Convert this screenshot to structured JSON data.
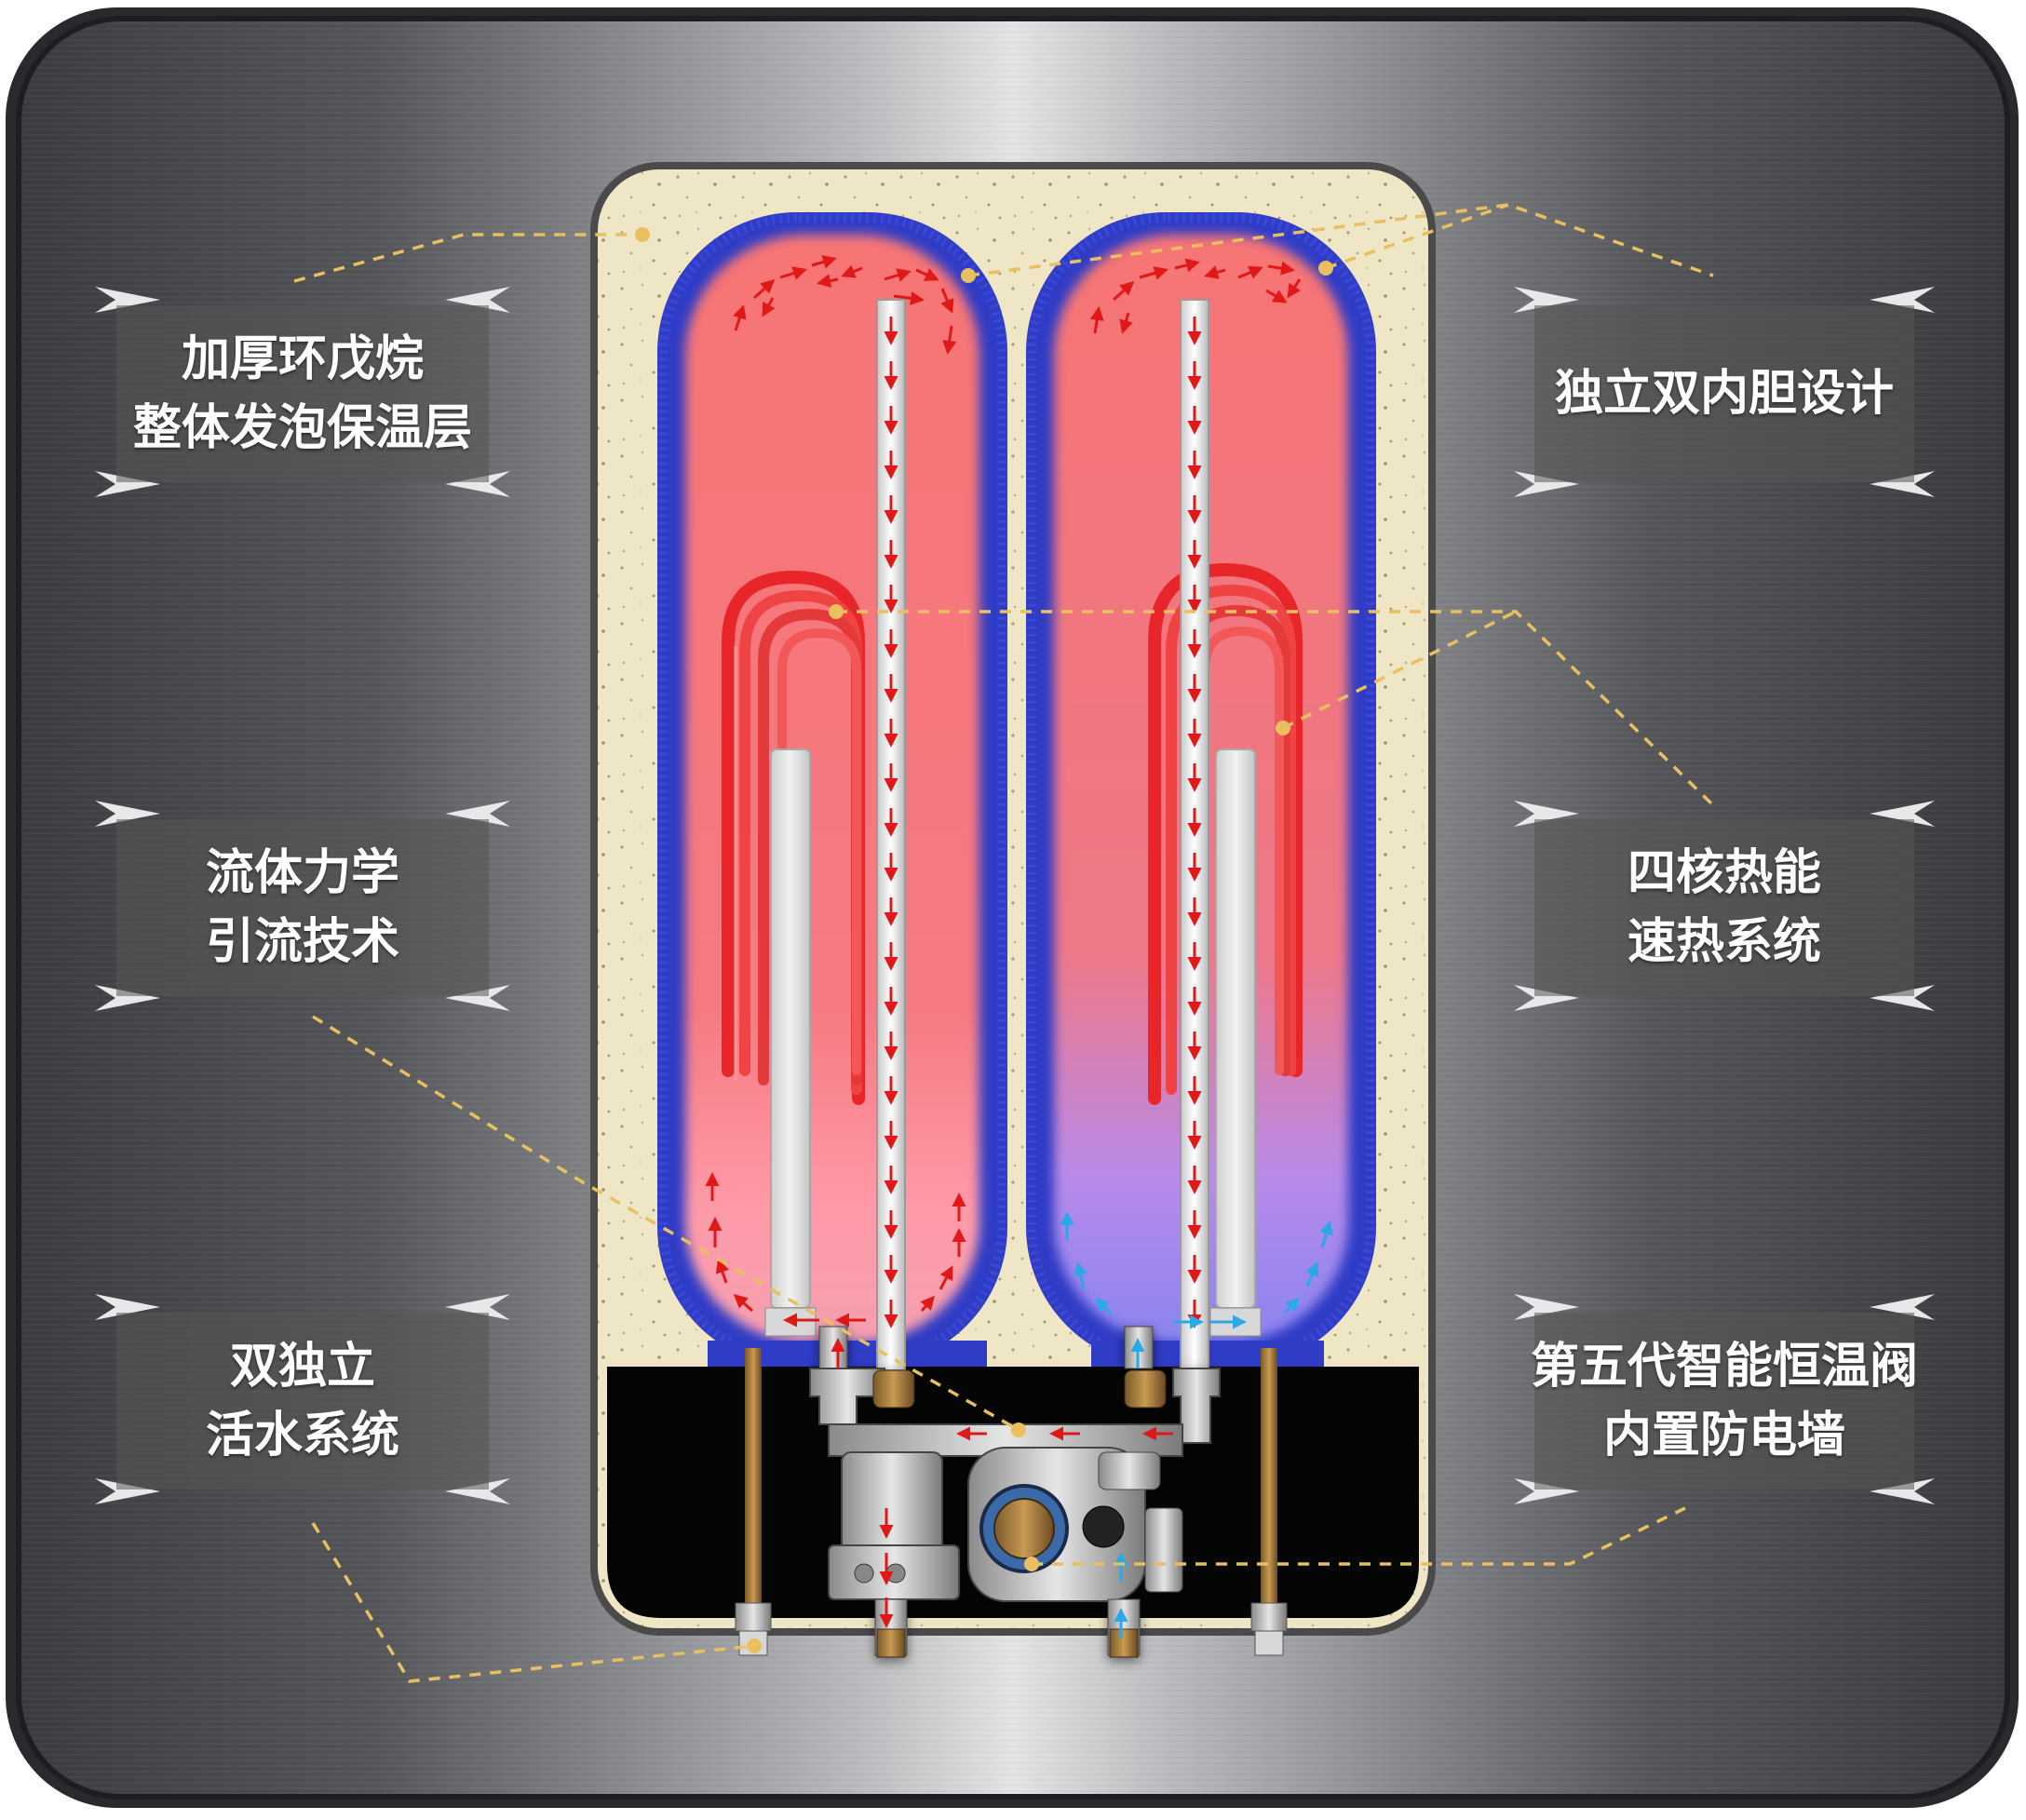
{
  "labels": {
    "insulation": {
      "line1": "加厚环戊烷",
      "line2": "整体发泡保温层"
    },
    "dual_tank": {
      "line1": "独立双内胆设计"
    },
    "fluid": {
      "line1": "流体力学",
      "line2": "引流技术"
    },
    "heating": {
      "line1": "四核热能",
      "line2": "速热系统"
    },
    "water": {
      "line1": "双独立",
      "line2": "活水系统"
    },
    "valve": {
      "line1": "第五代智能恒温阀",
      "line2": "内置防电墙"
    }
  },
  "colors": {
    "frame_dark": "#3a3a3e",
    "frame_light": "#d8d8da",
    "insulation": "#efe6c6",
    "tank_outer": "#2f3cc6",
    "tank_inner_hot": "#f57474",
    "heater_element": "#e8262a",
    "leader_line": "#e8c060",
    "hot_arrow": "#e01818",
    "cold_arrow": "#2aa8e8"
  },
  "icons": [
    "chevron-icon",
    "red-flow-arrow-icon",
    "blue-flow-arrow-icon",
    "anchor-dot-icon"
  ]
}
